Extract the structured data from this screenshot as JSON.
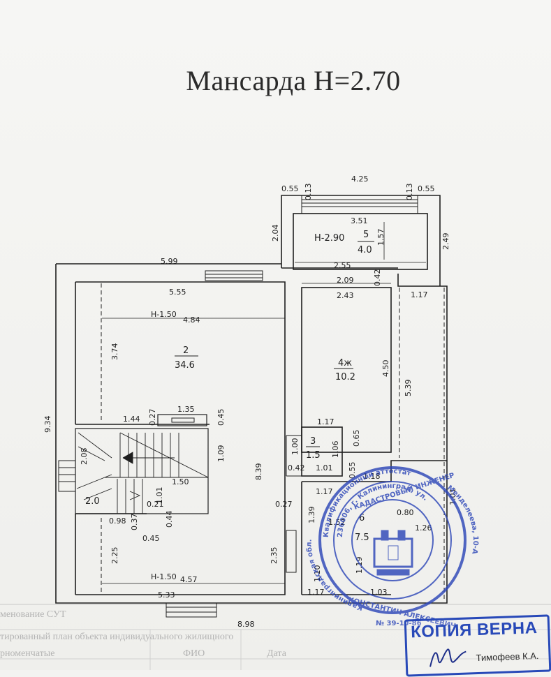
{
  "title": "Мансарда  Н=2.70",
  "dimensions": {
    "top_4_25": "4.25",
    "top_0_55_left": "0.55",
    "top_0_13_left": "0.13",
    "top_0_13_right": "0.13",
    "top_0_55_right": "0.55",
    "balcony_3_51": "3.51",
    "balcony_h": "Н-2.90",
    "balcony_1_57": "1.57",
    "balcony_2_55": "2.55",
    "left_2_04": "2.04",
    "right_2_49": "2.49",
    "outer_5_99": "5.99",
    "inner_5_55": "5.55",
    "h150_top": "Н-1.50",
    "room2_4_84": "4.84",
    "room2_3_74": "3.74",
    "d_2_09": "2.09",
    "d_0_42": "0.42",
    "d_2_43": "2.43",
    "d_1_17_top": "1.17",
    "d_4_50": "4.50",
    "d_5_39": "5.39",
    "d_9_34": "9.34",
    "d_1_44": "1.44",
    "d_0_27_a": "0.27",
    "d_1_35": "1.35",
    "d_0_45_a": "0.45",
    "d_1_09": "1.09",
    "d_8_39": "8.39",
    "d_2_08": "2.08",
    "d_1_50": "1.50",
    "d_1_01_a": "1.01",
    "d_0_21": "0.21",
    "d_0_27_b": "0.27",
    "d_0_98": "0.98",
    "d_0_37": "0.37",
    "d_0_44": "0.44",
    "d_0_45_b": "0.45",
    "d_2_25": "2.25",
    "h150_bottom": "Н-1.50",
    "d_4_57": "4.57",
    "d_2_35": "2.35",
    "d_5_33": "5.33",
    "d_8_98": "8.98",
    "d_1_17_mid": "1.17",
    "d_1_00": "1.00",
    "d_1_06": "1.06",
    "d_0_65": "0.65",
    "d_0_42_b": "0.42",
    "d_1_01_b": "1.01",
    "d_0_55_c": "0.55",
    "d_1_18": "1.18",
    "d_1_17_low": "1.17",
    "d_1_39": "1.39",
    "d_1_52": "1.52",
    "d_0_80": "0.80",
    "d_1_26": "1.26",
    "d_1_19": "1.19",
    "d_1_10": "1.10",
    "d_1_17_bottom": "1.17",
    "d_1_03": "1.03",
    "d_1_01_c": "1.01"
  },
  "rooms": {
    "r5_num": "5",
    "r5_area": "4.0",
    "r2_num": "2",
    "r2_area": "34.6",
    "r4_num": "4ж",
    "r4_area": "10.2",
    "r3_num": "3",
    "r3_area": "1.5",
    "r1_area": "2.0",
    "r6_num": "6",
    "r6_area": "7.5"
  },
  "stamp": {
    "ring_top": "Квалификационный аттестат",
    "ring_left": "Калининградская обл.",
    "ring_right": "Менделеева, 10-А",
    "index": "236006, г. Калининград, ул.",
    "name": "КОНСТАНТИН АЛЕКСЕЕВИЧ",
    "license": "№ 39-10-86",
    "role": "КАДАСТРОВЫЙ ИНЖЕНЕР"
  },
  "copy_stamp": {
    "label": "КОПИЯ ВЕРНА",
    "name": "Тимофеев К.А."
  },
  "footer": {
    "line1": "менование СУТ",
    "line2": "тированный план объекта индивидуального жилищного",
    "line3": "рноменчатые",
    "col_fio": "ФИО",
    "col_date": "Дата"
  },
  "colors": {
    "ink": "#1f1f1f",
    "stamp_blue": "#2d47b8",
    "copy_blue": "#2849b8",
    "paper": "#f3f3f1"
  }
}
